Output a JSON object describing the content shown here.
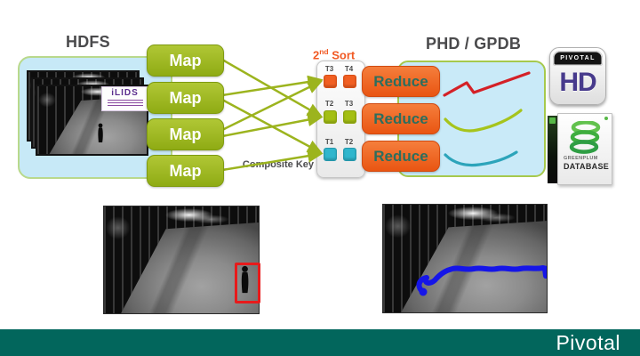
{
  "headings": {
    "hdfs": "HDFS",
    "phd_gpdb": "PHD / GPDB"
  },
  "hdfs_stack": {
    "watermark": "iLIDS"
  },
  "pipeline": {
    "map_labels": [
      "Map",
      "Map",
      "Map",
      "Map"
    ],
    "sort": {
      "prefix": "2",
      "superscript": "nd",
      "suffix": " Sort",
      "rows": [
        {
          "keys": [
            "T3",
            "T4"
          ],
          "color": "#f15f22"
        },
        {
          "keys": [
            "T2",
            "T3"
          ],
          "color": "#a4bf13"
        },
        {
          "keys": [
            "T1",
            "T2"
          ],
          "color": "#2fb6cd"
        }
      ]
    },
    "composite_key_label": "Composite Key",
    "reduce_labels": [
      "Reduce",
      "Reduce",
      "Reduce"
    ]
  },
  "logos": {
    "pivotal_hd": {
      "brand": "PIVOTAL",
      "product": "HD"
    },
    "greenplum": {
      "brand": "GREENPLUM",
      "product": "DATABASE"
    },
    "footer_wordmark": "Pivotal"
  },
  "colors": {
    "map_green": "#9ab31c",
    "reduce_orange": "#ee5f17",
    "connector_green": "#9cb41e",
    "panel_blue": "#c7e9f7",
    "line_red": "#d42127",
    "line_green": "#a6c41c",
    "line_teal": "#2ca4ba",
    "track_blue": "#1515e8",
    "detection_red": "#e81a1b",
    "footer_teal": "#02665c",
    "hd_purple": "#473a8c"
  }
}
